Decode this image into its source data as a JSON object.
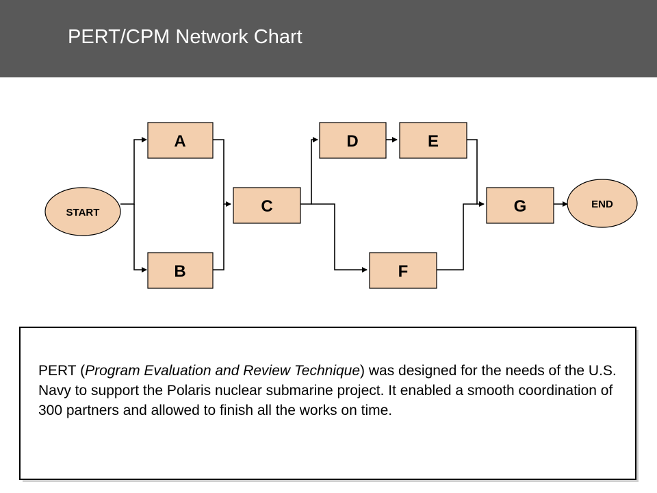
{
  "header": {
    "title": "PERT/CPM Network Chart"
  },
  "diagram": {
    "nodes": {
      "start": "START",
      "end": "END",
      "a": "A",
      "b": "B",
      "c": "C",
      "d": "D",
      "e": "E",
      "f": "F",
      "g": "G"
    },
    "edges": [
      [
        "START",
        "A"
      ],
      [
        "START",
        "B"
      ],
      [
        "A",
        "C"
      ],
      [
        "B",
        "C"
      ],
      [
        "C",
        "D"
      ],
      [
        "C",
        "F"
      ],
      [
        "D",
        "E"
      ],
      [
        "E",
        "G"
      ],
      [
        "F",
        "G"
      ],
      [
        "G",
        "END"
      ]
    ],
    "colors": {
      "node_fill": "#f3cfae",
      "node_stroke": "#000000",
      "line": "#000000"
    }
  },
  "note": {
    "part1": "PERT (",
    "term": "Program Evaluation and Review Technique",
    "part2": ") was designed for the needs of the U.S. Navy to support the Polaris nuclear submarine project. It enabled a smooth coordination of 300 partners and allowed to finish all the works on time."
  }
}
